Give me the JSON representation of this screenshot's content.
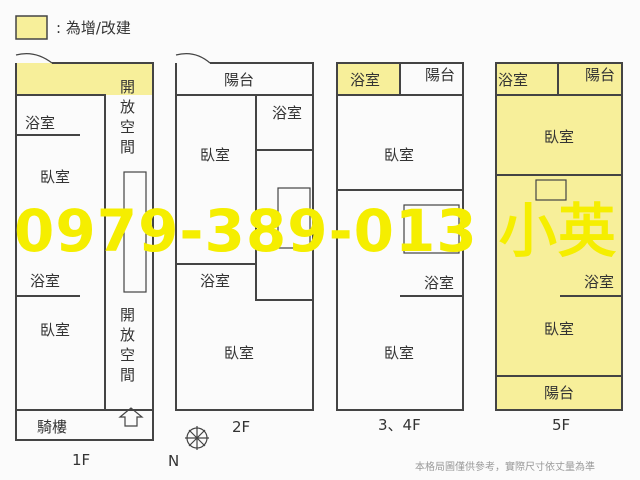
{
  "legend": {
    "label": ": 為增/改建",
    "color": "#f7ef9a"
  },
  "plans": [
    {
      "floor": "1F",
      "rooms": [
        "浴室",
        "臥室",
        "浴室",
        "臥室"
      ],
      "open_space": [
        "開",
        "放",
        "空",
        "間"
      ],
      "open_space2": [
        "開",
        "放",
        "空",
        "間"
      ],
      "arcade": "騎樓"
    },
    {
      "floor": "2F",
      "rooms": [
        "陽台",
        "浴室",
        "臥室",
        "浴室",
        "臥室"
      ]
    },
    {
      "floor": "3、4F",
      "rooms": [
        "浴室",
        "陽台",
        "臥室",
        "浴室",
        "臥室"
      ]
    },
    {
      "floor": "5F",
      "rooms": [
        "浴室",
        "陽台",
        "臥室",
        "浴室",
        "臥室",
        "陽台"
      ]
    }
  ],
  "compass": "N",
  "footnote": "本格局圖僅供參考，實際尺寸依丈量為準",
  "watermark_phone": "0979-389-013 小英",
  "colors": {
    "addition": "#f7ef9a",
    "wall": "#444444",
    "phone": "#f5ee00"
  }
}
